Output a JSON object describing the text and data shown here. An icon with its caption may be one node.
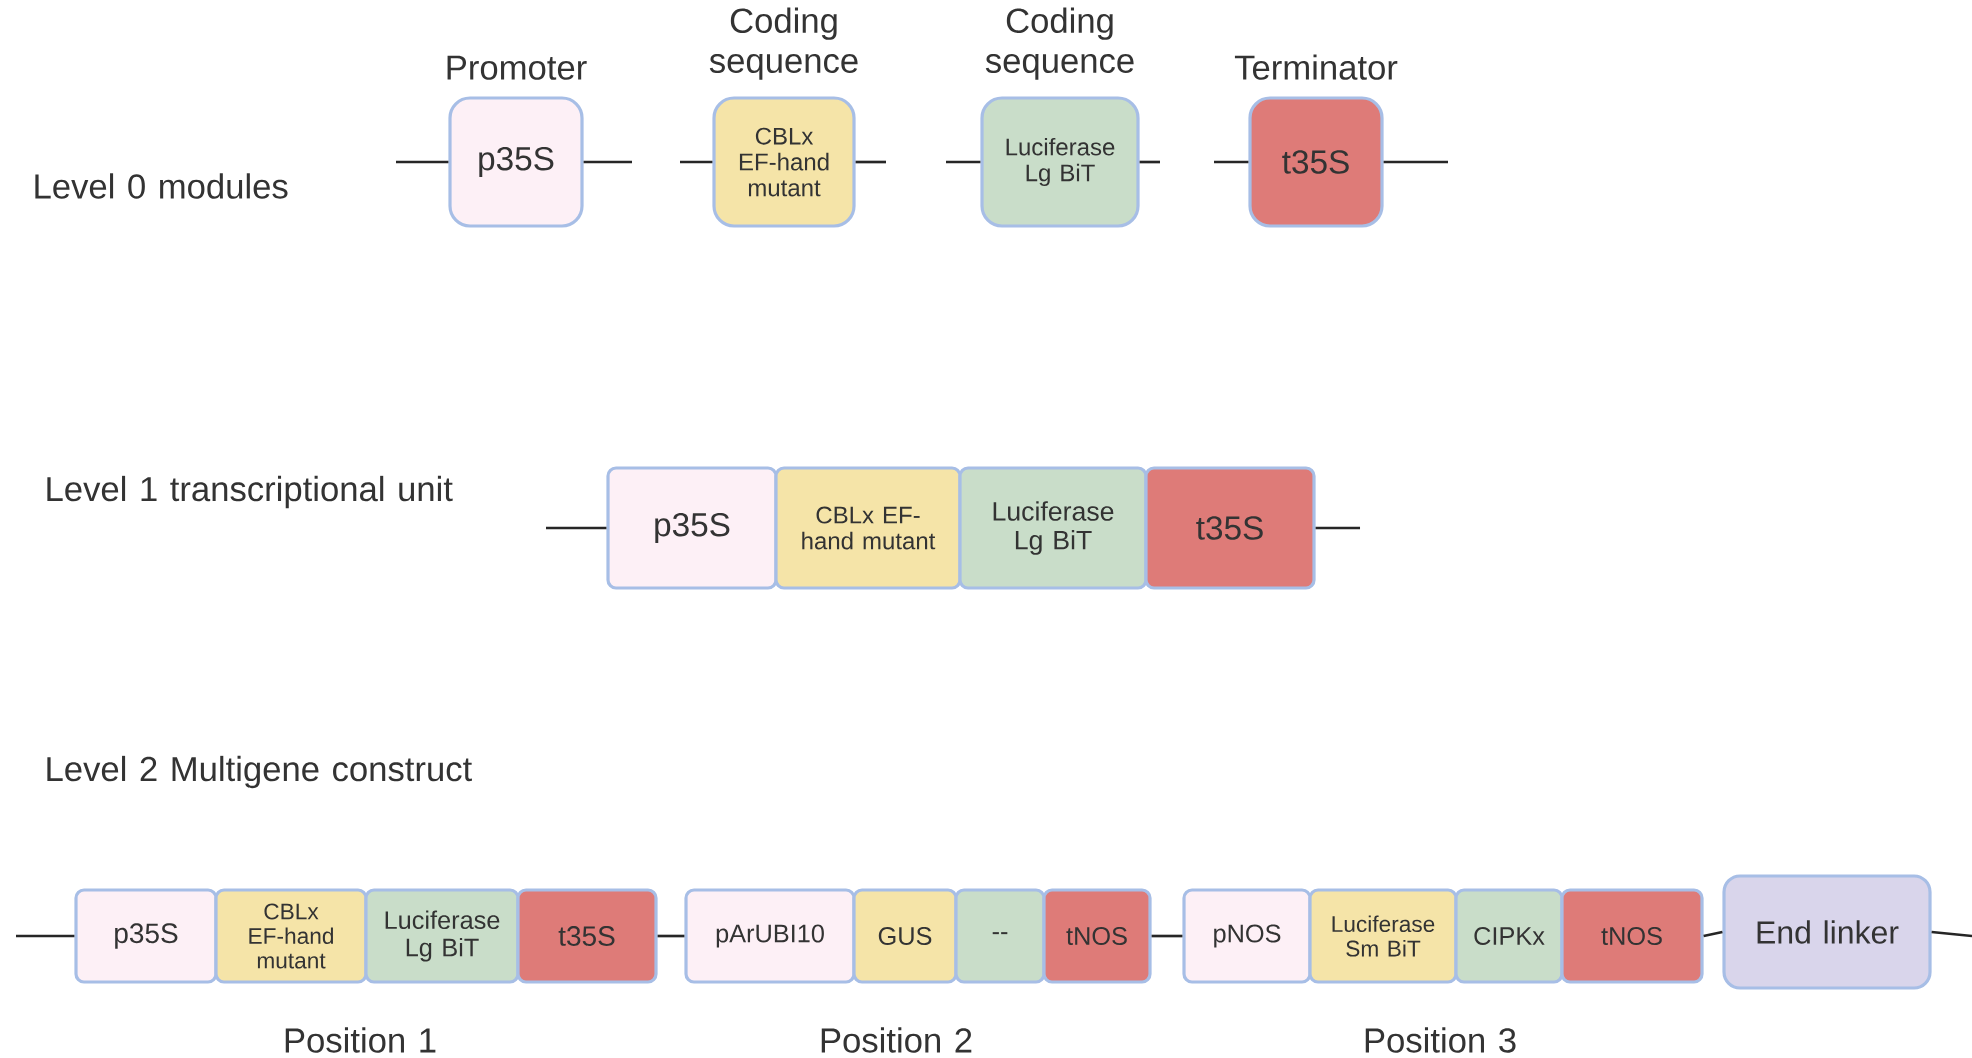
{
  "diagram": {
    "nodes": [
      {
        "text": [
          "p35S"
        ],
        "beside": [
          "Promoter"
        ]
      },
      {
        "text": [
          "CBLx EF-hand mutant"
        ],
        "beside": [
          "Coding sequence"
        ]
      },
      {
        "text": [
          "Luciferase Lg BiT"
        ],
        "beside": [
          "Coding sequence"
        ]
      },
      {
        "text": [
          "t35S"
        ],
        "beside": [
          "Terminator"
        ]
      },
      {
        "text": [
          "p35S"
        ]
      },
      {
        "text": [
          "CBLx EF-hand mutant"
        ]
      },
      {
        "text": [
          "Luciferase Lg BiT"
        ]
      },
      {
        "text": [
          "t35S"
        ]
      },
      {
        "text": [
          "p35S"
        ]
      },
      {
        "text": [
          "CBLx EF-hand mutant"
        ]
      },
      {
        "text": [
          "Luciferase Lg BiT"
        ]
      },
      {
        "text": [
          "t35S"
        ]
      },
      {
        "text": [
          "pArUBI10"
        ]
      },
      {
        "text": [
          "GUS"
        ]
      },
      {
        "text": [
          "--"
        ]
      },
      {
        "text": [
          "tNOS"
        ]
      },
      {
        "text": [
          "pNOS"
        ]
      },
      {
        "text": [
          "Luciferase Sm BiT"
        ]
      },
      {
        "text": [
          "CIPKx"
        ]
      },
      {
        "text": [
          "tNOS"
        ]
      },
      {
        "text": [
          "End linker"
        ]
      }
    ],
    "edges": [
      {
        "from": null,
        "to": 0,
        "arrow": "none"
      },
      {
        "from": 0,
        "to": null,
        "arrow": "none"
      },
      {
        "from": null,
        "to": 1,
        "arrow": "none"
      },
      {
        "from": 1,
        "to": null,
        "arrow": "none"
      },
      {
        "from": null,
        "to": 2,
        "arrow": "none"
      },
      {
        "from": 2,
        "to": null,
        "arrow": "none"
      },
      {
        "from": null,
        "to": 3,
        "arrow": "none"
      },
      {
        "from": 3,
        "to": null,
        "arrow": "none"
      },
      {
        "from": null,
        "to": 4,
        "arrow": "none"
      },
      {
        "from": 7,
        "to": null,
        "arrow": "none"
      },
      {
        "from": null,
        "to": 8,
        "arrow": "none"
      },
      {
        "from": 11,
        "to": 12,
        "arrow": "none"
      },
      {
        "from": 15,
        "to": 16,
        "arrow": "none"
      },
      {
        "from": 19,
        "to": 20,
        "arrow": "none"
      },
      {
        "from": 20,
        "to": null,
        "arrow": "none"
      }
    ],
    "labels": [
      "Level 0 modules",
      "Level 1 transcriptional unit",
      "Level 2 Multigene construct",
      "Position 1",
      "Position 2",
      "Position 3"
    ]
  }
}
